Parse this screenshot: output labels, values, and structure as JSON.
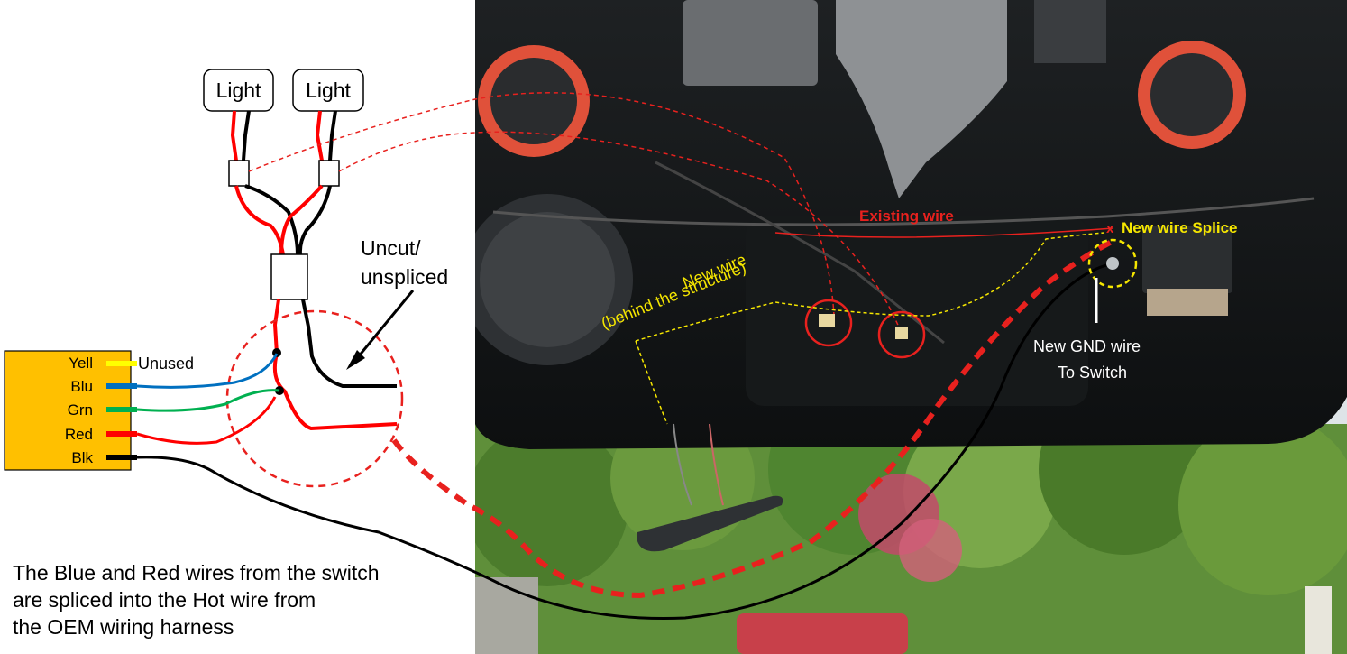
{
  "diagram": {
    "lights": [
      {
        "label": "Light"
      },
      {
        "label": "Light"
      }
    ],
    "switch": {
      "color": "#FFC000",
      "wires": [
        {
          "label": "Yell",
          "color": "#FFFF00"
        },
        {
          "label": "Blu",
          "color": "#0070C0"
        },
        {
          "label": "Grn",
          "color": "#00B050"
        },
        {
          "label": "Red",
          "color": "#FF0000"
        },
        {
          "label": "Blk",
          "color": "#000000"
        }
      ],
      "unused_label": "Unused"
    },
    "uncut_label_line1": "Uncut/",
    "uncut_label_line2": "unspliced",
    "caption": [
      "The Blue and Red wires from the switch",
      "are spliced into the Hot wire from",
      "the OEM wiring harness"
    ]
  },
  "photo": {
    "annotations": {
      "existing_wire": "Existing wire",
      "new_wire_splice": "New wire Splice",
      "new_wire_line1": "New wire",
      "new_wire_line2": "(behind the structure)",
      "new_gnd_line1": "New GND wire",
      "new_gnd_line2": "To Switch"
    },
    "colors": {
      "red_annotation": "#E8211E",
      "yellow_annotation": "#F5E600",
      "white_annotation": "#FFFFFF"
    }
  }
}
